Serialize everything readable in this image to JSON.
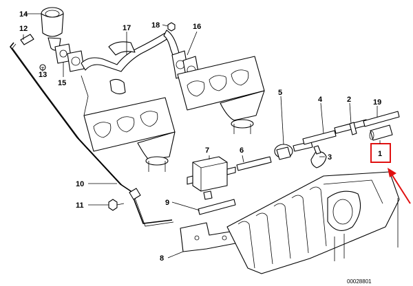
{
  "diagram": {
    "highlight_color": "#e01010",
    "callouts": {
      "p1": "1",
      "p2": "2",
      "p3": "3",
      "p4": "4",
      "p5": "5",
      "p6": "6",
      "p7": "7",
      "p8": "8",
      "p9": "9",
      "p10": "10",
      "p11": "11",
      "p12": "12",
      "p13": "13",
      "p14": "14",
      "p15": "15",
      "p16": "16",
      "p17": "17",
      "p18": "18",
      "p19": "19"
    },
    "drawing_code": "00028801"
  }
}
